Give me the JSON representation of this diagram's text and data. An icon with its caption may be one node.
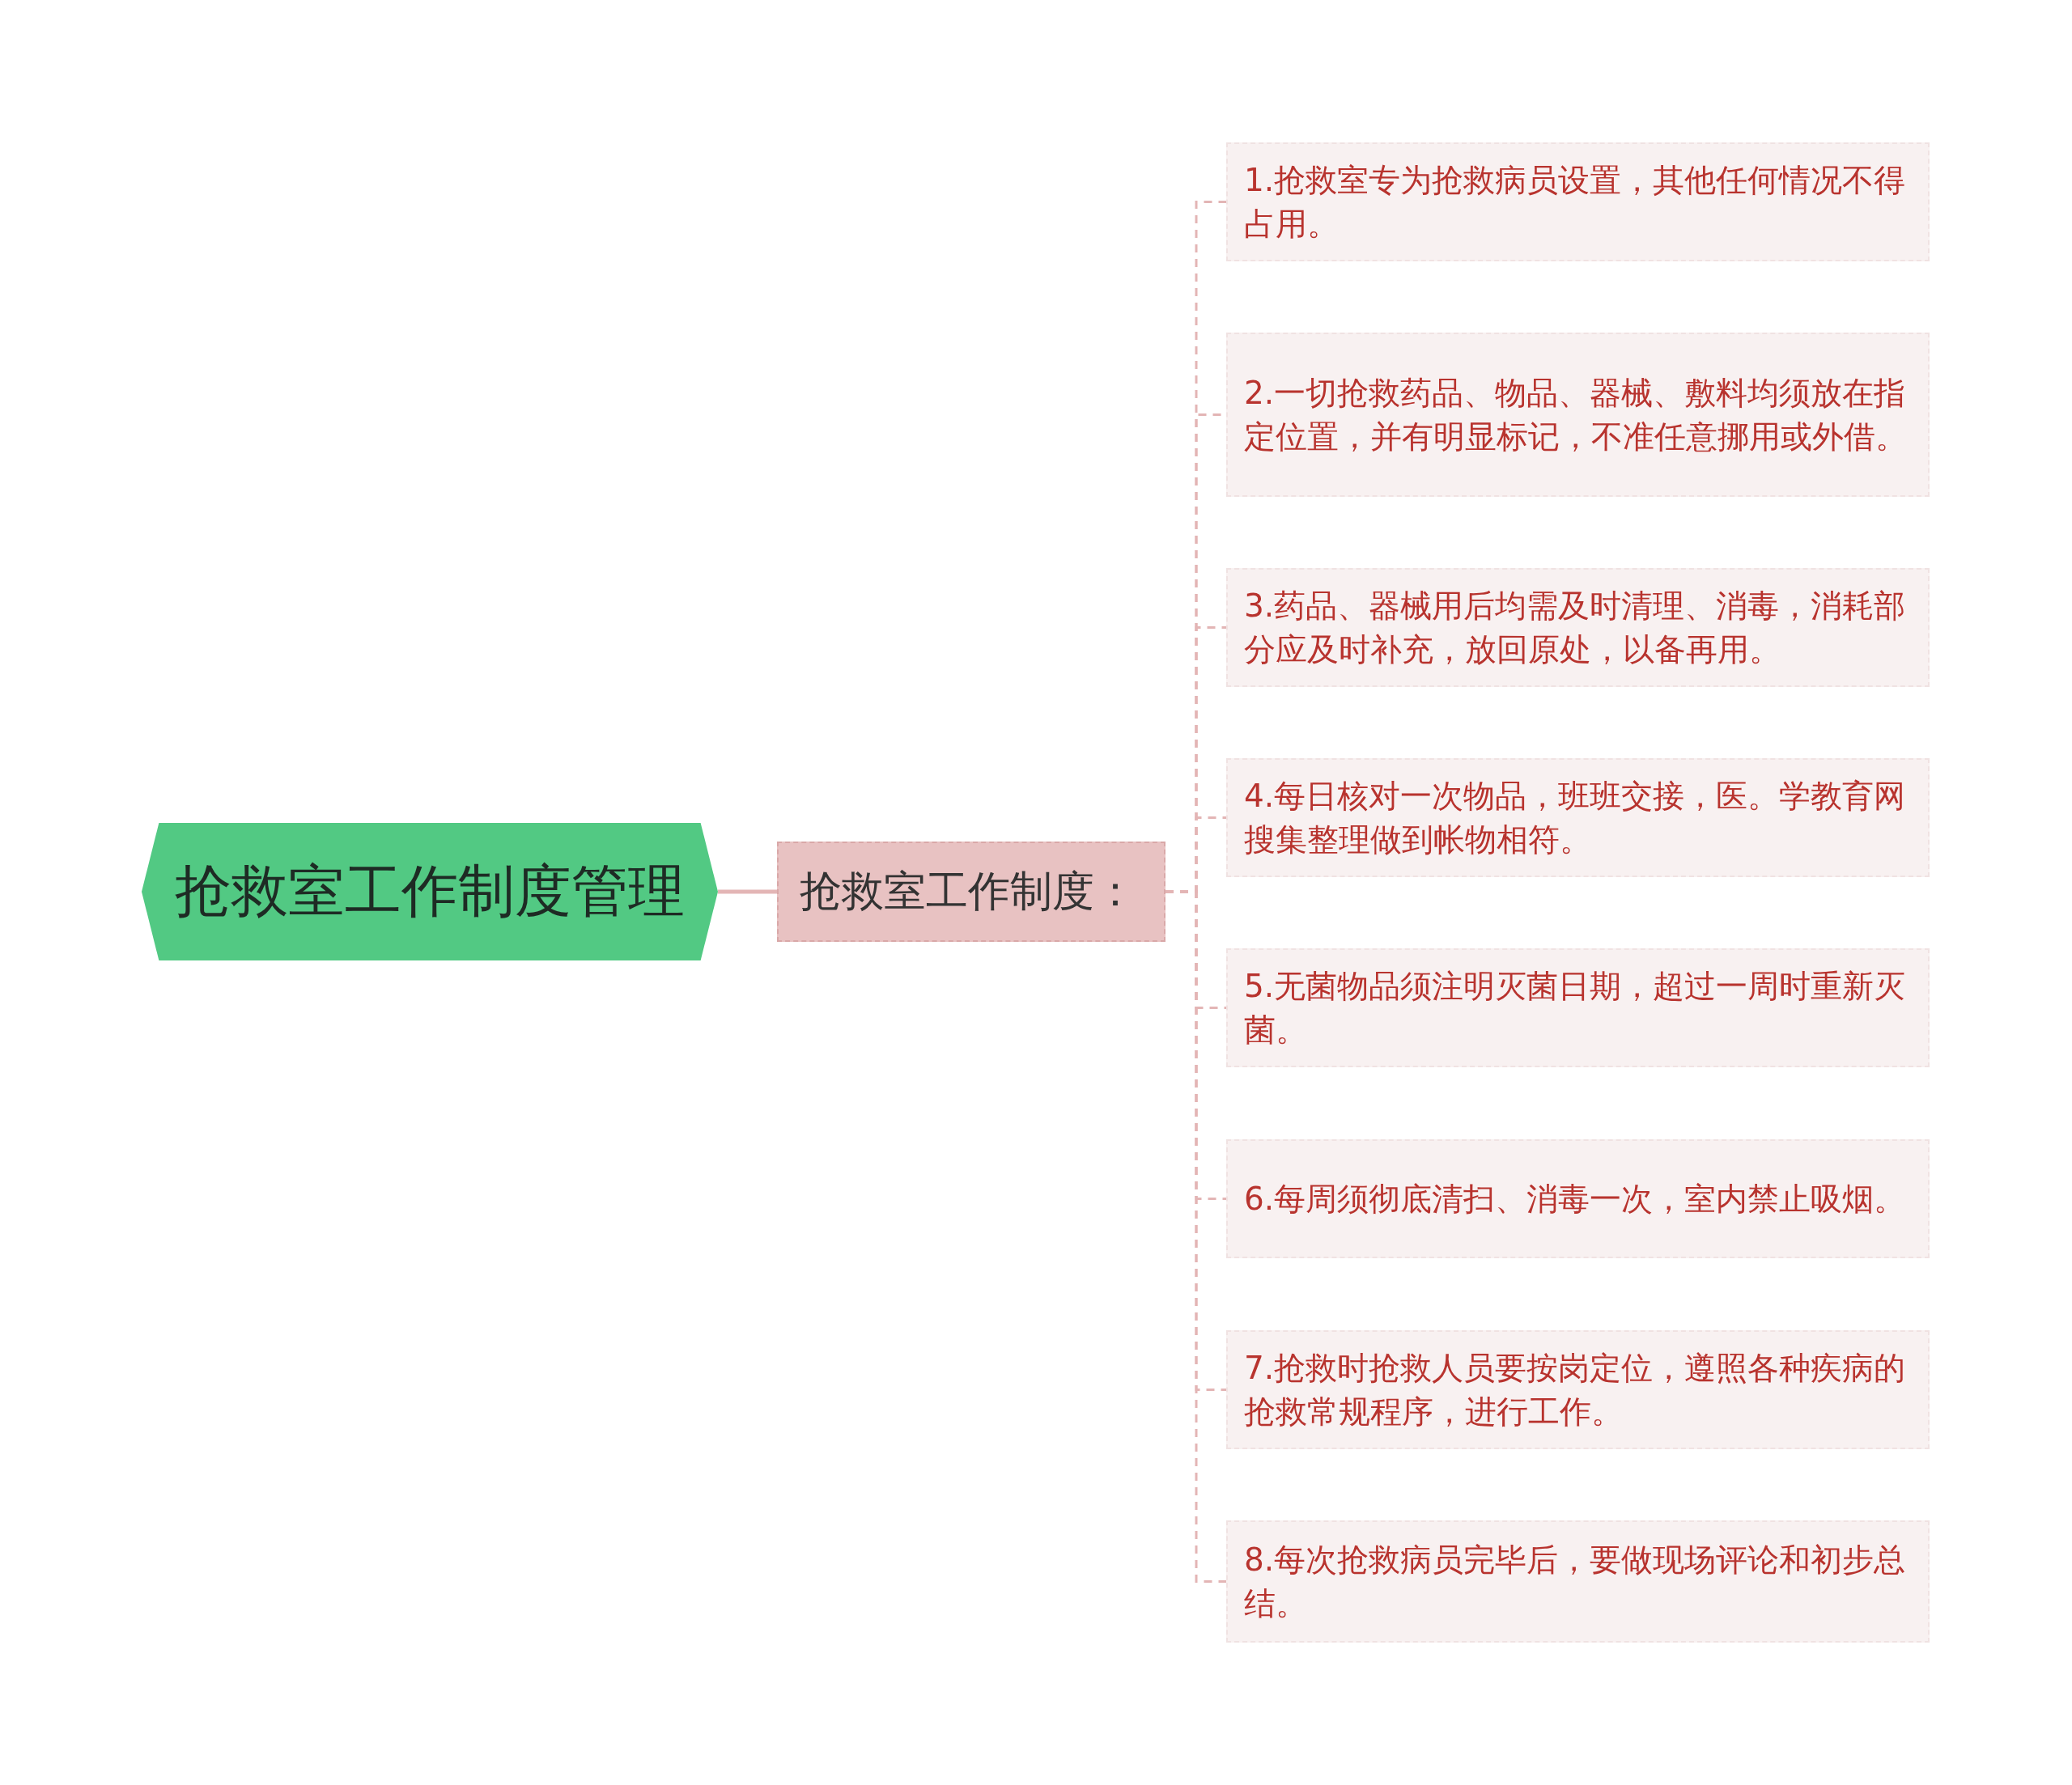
{
  "diagram": {
    "nodes": [
      {
        "text": [
          "抢救室工作制度管理"
        ]
      },
      {
        "text": [
          "抢救室工作制度："
        ]
      },
      {
        "text": [
          "1.抢救室专为抢救病员设置，其他任何情况不得占用。"
        ]
      },
      {
        "text": [
          "2.一切抢救药品、物品、器械、敷料均须放在指定位置，并有明显标记，不准任意挪用或外借。"
        ]
      },
      {
        "text": [
          "3.药品、器械用后均需及时清理、消毒，消耗部分应及时补充，放回原处，以备再用。"
        ]
      },
      {
        "text": [
          "4.每日核对一次物品，班班交接，医。学教育网搜集整理做到帐物相符。"
        ]
      },
      {
        "text": [
          "5.无菌物品须注明灭菌日期，超过一周时重新灭菌。"
        ]
      },
      {
        "text": [
          "6.每周须彻底清扫、消毒一次，室内禁止吸烟。"
        ]
      },
      {
        "text": [
          "7.抢救时抢救人员要按岗定位，遵照各种疾病的抢救常规程序，进行工作。"
        ]
      },
      {
        "text": [
          "8.每次抢救病员完毕后，要做现场评论和初步总结。"
        ]
      }
    ],
    "edges": [
      {
        "from": 0,
        "to": 1,
        "arrow": "none"
      },
      {
        "from": 1,
        "to": 2,
        "arrow": "none",
        "style": "dashed"
      },
      {
        "from": 1,
        "to": 3,
        "arrow": "none",
        "style": "dashed"
      },
      {
        "from": 1,
        "to": 4,
        "arrow": "none",
        "style": "dashed"
      },
      {
        "from": 1,
        "to": 5,
        "arrow": "none",
        "style": "dashed"
      },
      {
        "from": 1,
        "to": 6,
        "arrow": "none",
        "style": "dashed"
      },
      {
        "from": 1,
        "to": 7,
        "arrow": "none",
        "style": "dashed"
      },
      {
        "from": 1,
        "to": 8,
        "arrow": "none",
        "style": "dashed"
      },
      {
        "from": 1,
        "to": 9,
        "arrow": "none",
        "style": "dashed"
      }
    ]
  }
}
